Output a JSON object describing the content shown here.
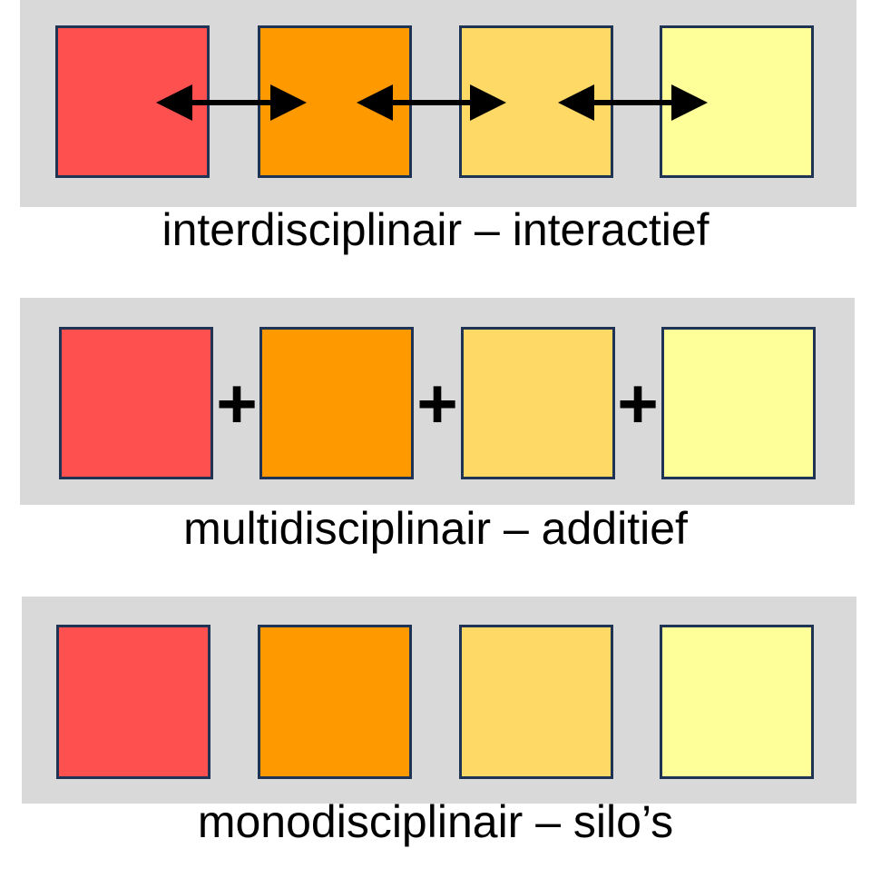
{
  "colors": {
    "band": "#d9d9d9",
    "border": "#1f3354",
    "box1": "#ff5050",
    "box2": "#ff9900",
    "box3": "#ffd966",
    "box4": "#ffff99"
  },
  "rows": [
    {
      "caption": "interdisciplinair – interactief",
      "connector": "double-arrow"
    },
    {
      "caption": "multidisciplinair – additief",
      "connector": "plus",
      "plus_symbol": "+"
    },
    {
      "caption": "monodisciplinair – silo’s",
      "connector": "none"
    }
  ]
}
